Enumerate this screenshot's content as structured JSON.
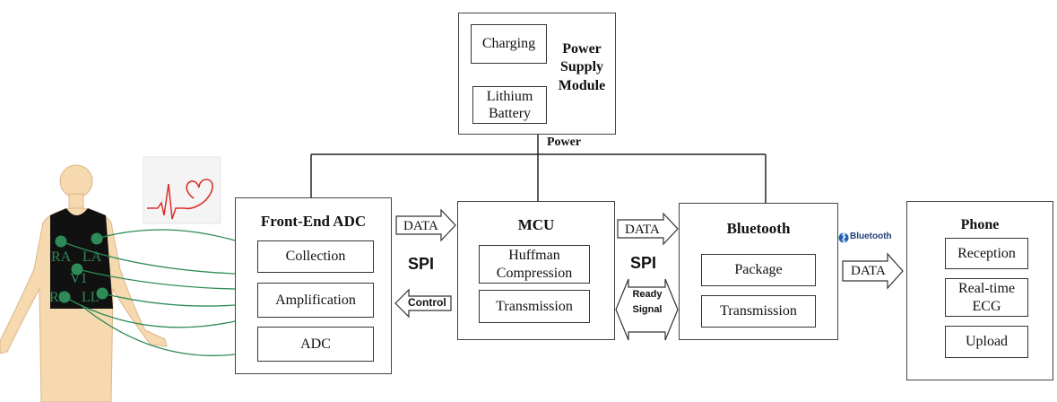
{
  "power_module": {
    "title": "Power\nSupply\nModule",
    "charging": "Charging",
    "battery": "Lithium\nBattery",
    "power_label": "Power"
  },
  "body_figure": {
    "electrodes": [
      "RA",
      "LA",
      "V1",
      "RL",
      "LL"
    ]
  },
  "frontend": {
    "title": "Front-End ADC",
    "items": [
      "Collection",
      "Amplification",
      "ADC"
    ]
  },
  "link1": {
    "data": "DATA",
    "bus": "SPI",
    "control": "Control"
  },
  "mcu": {
    "title": "MCU",
    "items": [
      "Huffman\nCompression",
      "Transmission"
    ]
  },
  "link2": {
    "data": "DATA",
    "bus": "SPI",
    "ready": "Ready\nSignal"
  },
  "bluetooth": {
    "title": "Bluetooth",
    "items": [
      "Package",
      "Transmission"
    ]
  },
  "link3": {
    "logo_text": "Bluetooth",
    "data": "DATA"
  },
  "phone": {
    "title": "Phone",
    "items": [
      "Reception",
      "Real-time\nECG",
      "Upload"
    ]
  },
  "colors": {
    "electrode": "#2e8b57",
    "skin": "#f7d9b0",
    "vest": "#111111",
    "heart": "#d9302c",
    "wire": "#2e8b57"
  }
}
